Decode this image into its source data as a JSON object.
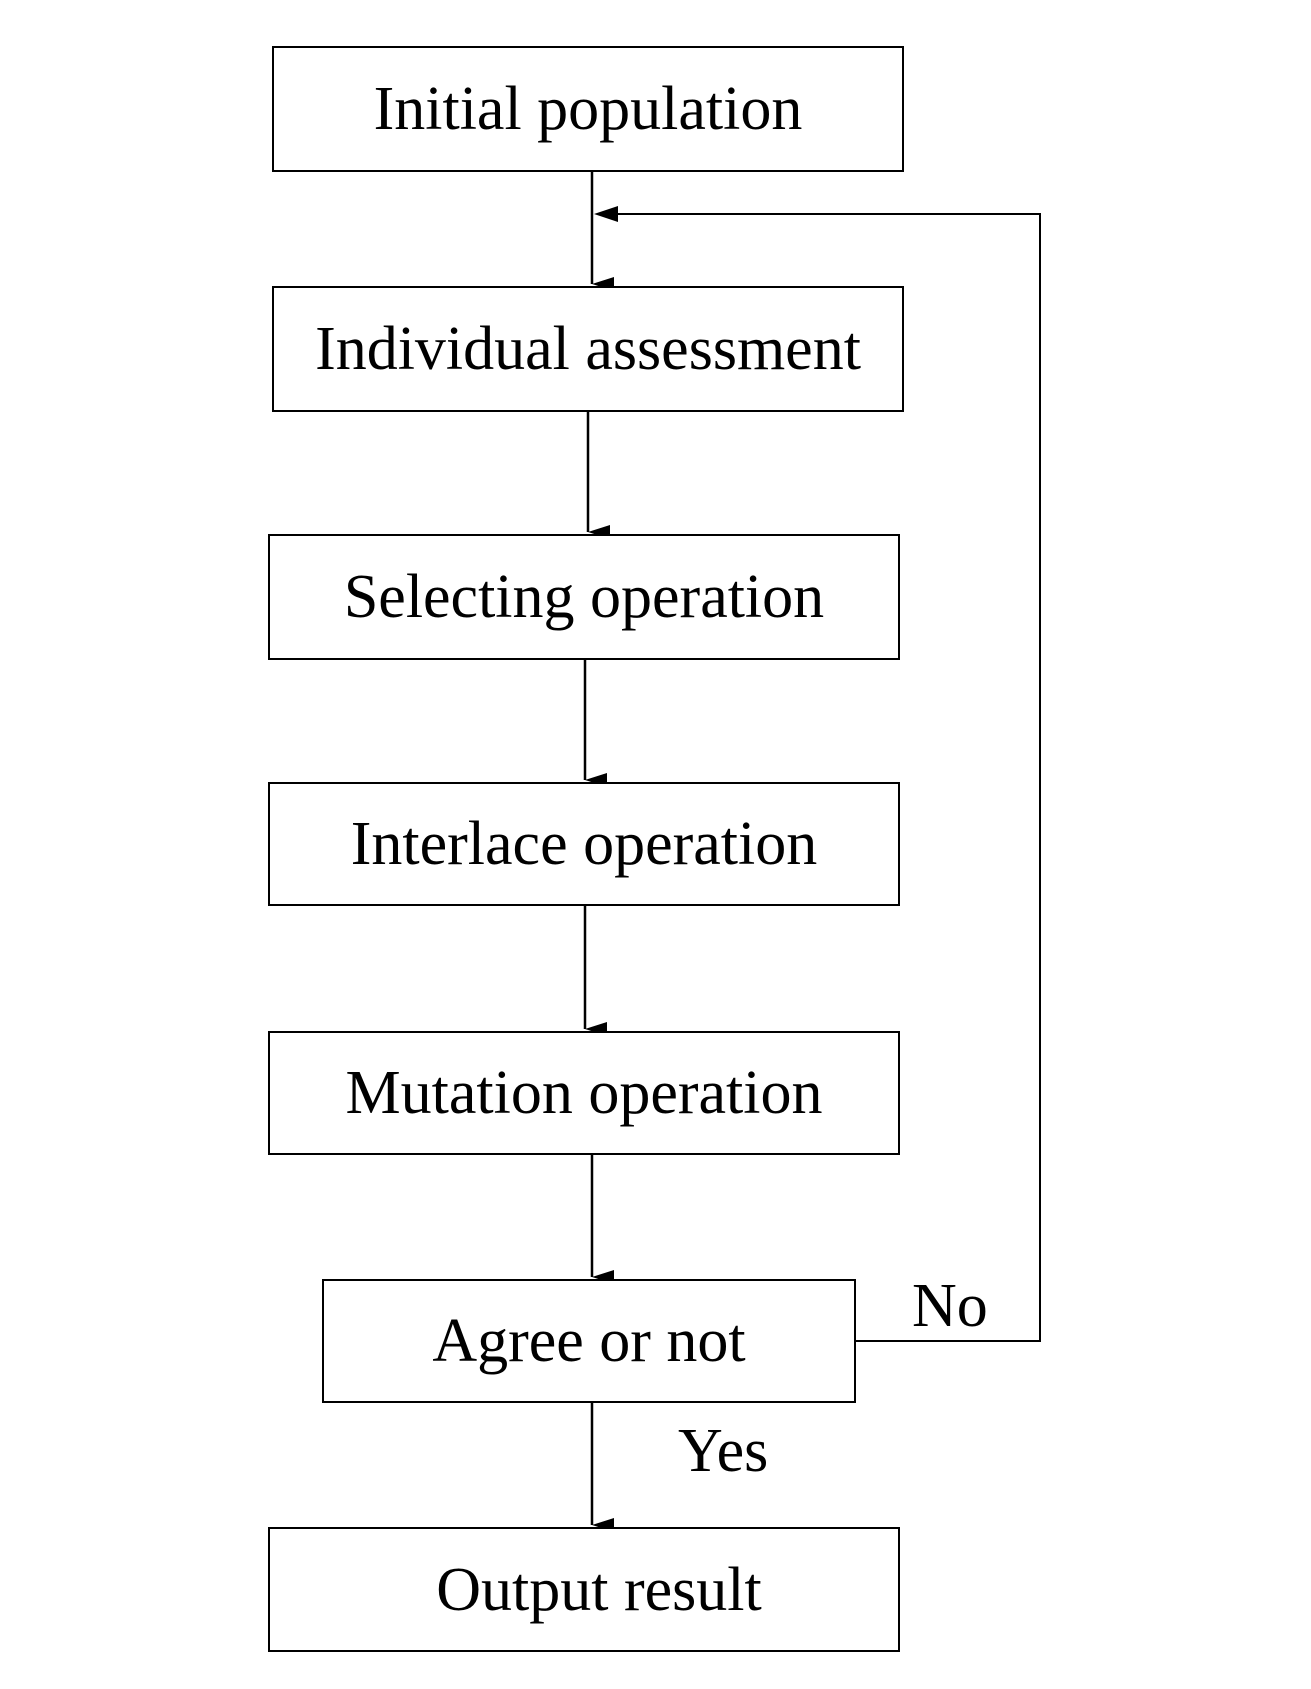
{
  "flowchart": {
    "steps": [
      {
        "label": "Initial population"
      },
      {
        "label": "Individual assessment"
      },
      {
        "label": "Selecting operation"
      },
      {
        "label": "Interlace operation"
      },
      {
        "label": "Mutation operation"
      },
      {
        "label": "Agree or not"
      },
      {
        "label": "Output result"
      }
    ],
    "decision": {
      "no_label": "No",
      "yes_label": "Yes"
    },
    "colors": {
      "line": "#000000",
      "background": "#ffffff"
    }
  }
}
